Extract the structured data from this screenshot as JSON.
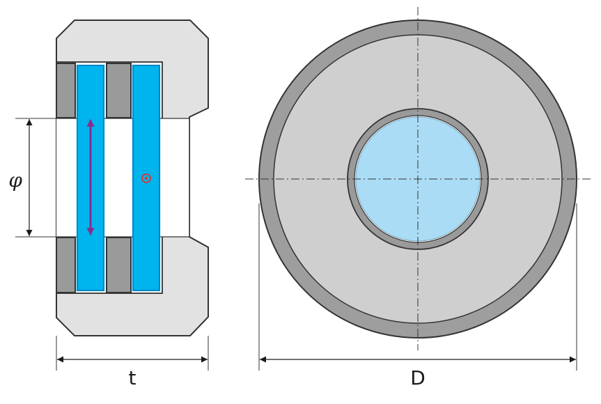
{
  "labels": {
    "thickness": "t",
    "diameter": "D",
    "aperture": "φ"
  },
  "colors": {
    "housing_fill": "#e2e2e2",
    "housing_stroke": "#333333",
    "spacer_fill": "#9a9a9a",
    "plate_fill": "#00b4ee",
    "plate_edge": "#0088c8",
    "arrow": "#8b2b8e",
    "polarization_dot": "#e0332a",
    "aperture_fill": "#aadcf5",
    "ring_dark": "#9e9e9e",
    "ring_face": "#cfcfcf"
  },
  "icons": {
    "vertical_polarization": "double-arrow-vertical-icon",
    "out_of_plane_polarization": "dot-in-circle-icon"
  }
}
